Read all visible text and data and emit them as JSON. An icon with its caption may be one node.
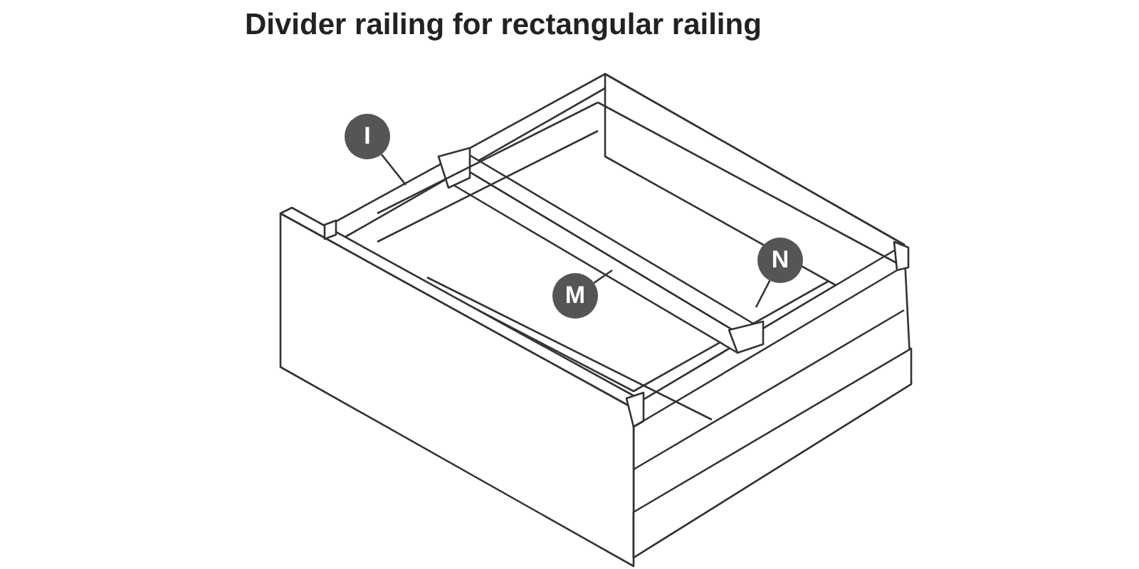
{
  "diagram": {
    "title": "Divider railing for rectangular railing",
    "nodes": [
      {
        "text": [
          "I"
        ]
      },
      {
        "text": [
          "M"
        ]
      },
      {
        "text": [
          "N"
        ]
      }
    ],
    "edges": [
      {
        "from": 0,
        "to": null,
        "arrow": "none"
      },
      {
        "from": 1,
        "to": null,
        "arrow": "none"
      },
      {
        "from": 2,
        "to": null,
        "arrow": "none"
      }
    ]
  }
}
